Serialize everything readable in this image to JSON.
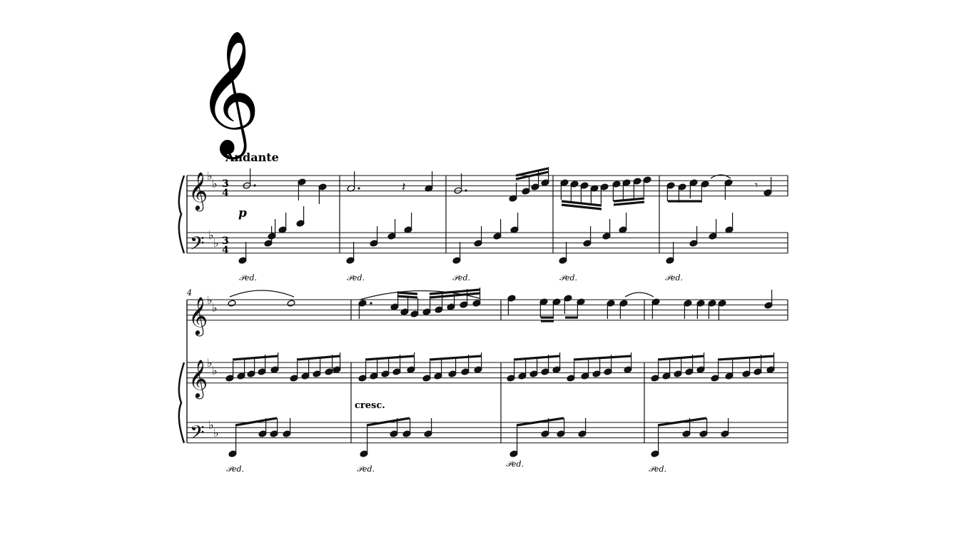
{
  "icon": {
    "name": "treble-clef-icon",
    "glyph": "𝄞"
  },
  "tempo": "Andante",
  "dynamic": "p",
  "crescendo": "cresc.",
  "system2_measure_number": "4",
  "time_signature": {
    "top": "3",
    "bottom": "4"
  },
  "key_signature": "B-flat major (two flats)",
  "pedal_mark": "𝒫ed.",
  "colors": {
    "ink": "#111111",
    "background": "#ffffff"
  }
}
